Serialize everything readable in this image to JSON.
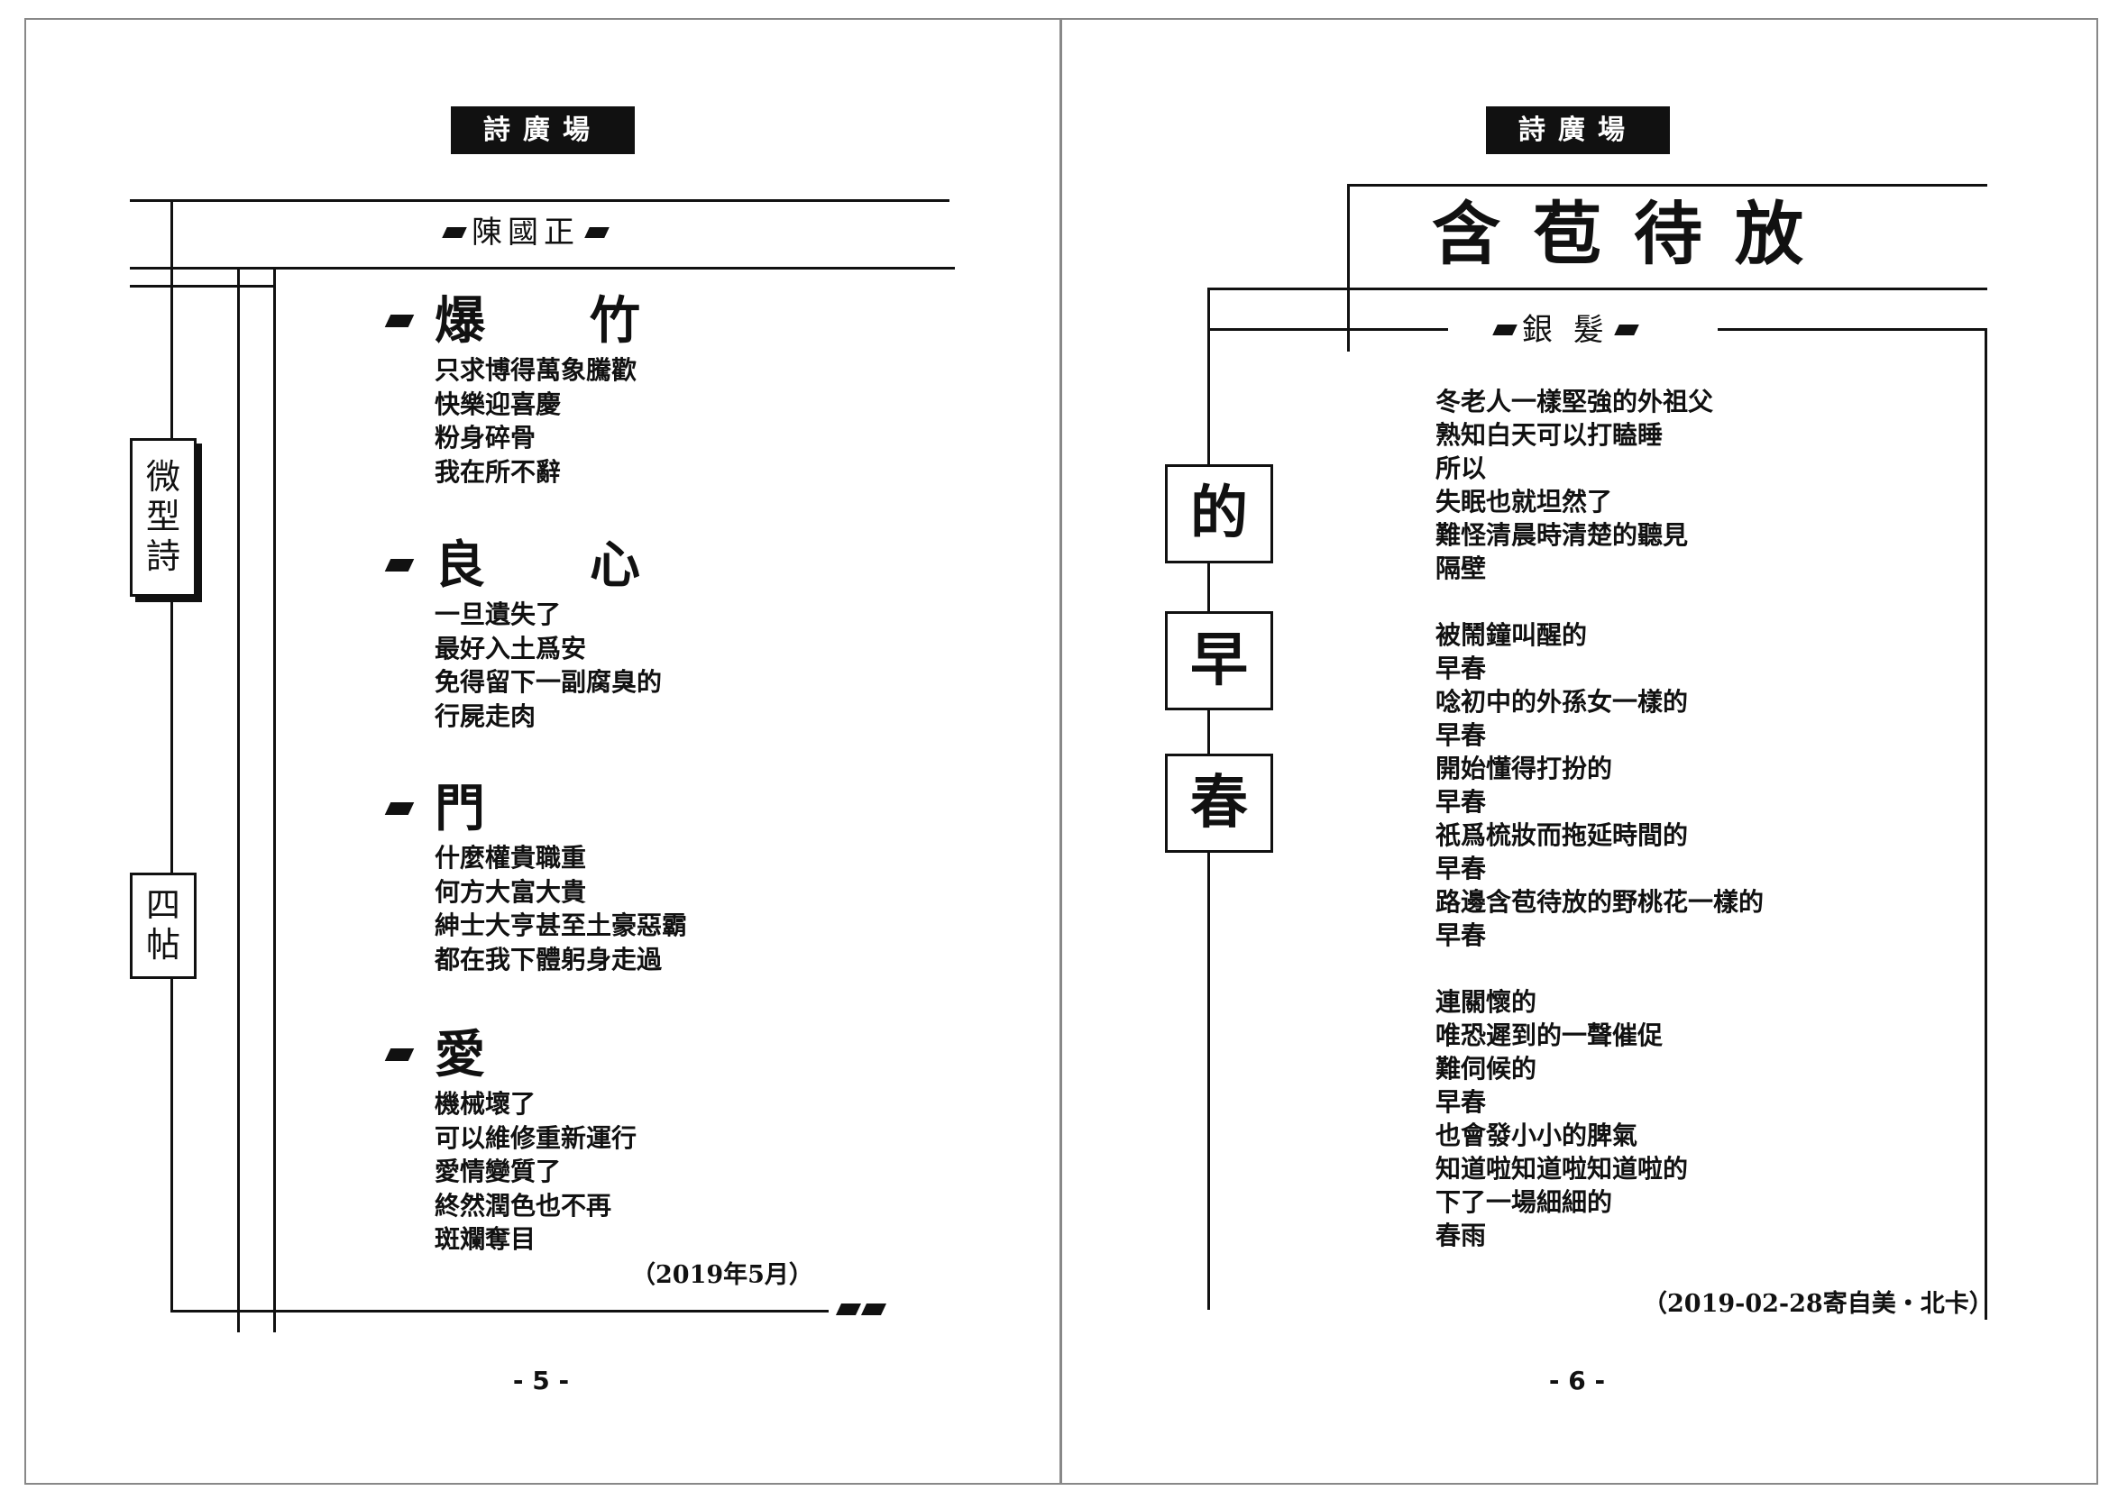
{
  "left_page": {
    "header": "詩廣場",
    "author": "陳國正",
    "side_label_1": [
      "微",
      "型",
      "詩"
    ],
    "side_label_2": [
      "四",
      "帖"
    ],
    "poems": [
      {
        "title": "爆　竹",
        "lines": [
          "只求博得萬象騰歡",
          "快樂迎喜慶",
          "粉身碎骨",
          "我在所不辭"
        ]
      },
      {
        "title": "良　心",
        "lines": [
          "一旦遺失了",
          "最好入土爲安",
          "免得留下一副腐臭的",
          "行屍走肉"
        ]
      },
      {
        "title": "門",
        "lines": [
          "什麼權貴職重",
          "何方大富大貴",
          "紳士大亨甚至土豪惡霸",
          "都在我下體躬身走過"
        ]
      },
      {
        "title": "愛",
        "lines": [
          "機械壞了",
          "可以維修重新運行",
          "愛情變質了",
          "終然潤色也不再",
          "斑斕奪目"
        ]
      }
    ],
    "date": "（2019年5月）",
    "page_number": "- 5 -"
  },
  "right_page": {
    "header": "詩廣場",
    "title": "含苞待放",
    "author": "銀 髮",
    "side_boxes": [
      "的",
      "早",
      "春"
    ],
    "stanzas": [
      [
        "冬老人一樣堅強的外祖父",
        "熟知白天可以打瞌睡",
        "所以",
        "失眠也就坦然了",
        "難怪清晨時清楚的聽見",
        "隔壁"
      ],
      [
        "被鬧鐘叫醒的",
        "早春",
        "唸初中的外孫女一樣的",
        "早春",
        "開始懂得打扮的",
        "早春",
        "祇爲梳妝而拖延時間的",
        "早春",
        "路邊含苞待放的野桃花一樣的",
        "早春"
      ],
      [
        "連關懷的",
        "唯恐遲到的一聲催促",
        "難伺候的",
        "早春",
        "也會發小小的脾氣",
        "知道啦知道啦知道啦的",
        "下了一場細細的",
        "春雨"
      ]
    ],
    "date": "（2019-02-28寄自美・北卡）",
    "page_number": "- 6 -"
  }
}
